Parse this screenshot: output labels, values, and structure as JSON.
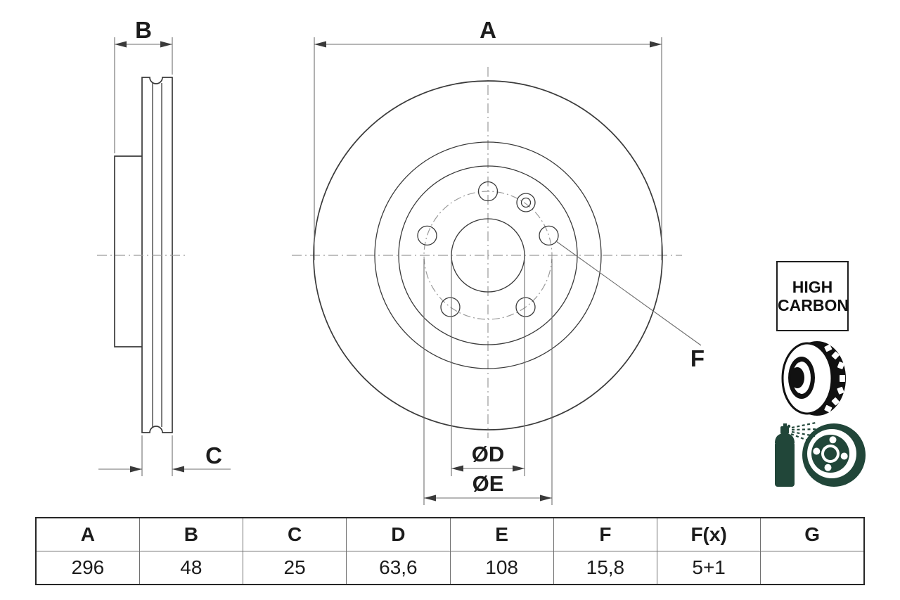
{
  "drawing": {
    "dim_labels": {
      "a": "A",
      "b": "B",
      "c": "C",
      "d": "ØD",
      "e": "ØE",
      "f": "F"
    }
  },
  "badge": {
    "line1": "HIGH",
    "line2": "CARBON"
  },
  "icons": {
    "vented_disc": "vented-disc-icon",
    "coating_spray": "spray-coated-disc-icon",
    "green": "#214639"
  },
  "table": {
    "headers": [
      "A",
      "B",
      "C",
      "D",
      "E",
      "F",
      "F(x)",
      "G"
    ],
    "values": [
      "296",
      "48",
      "25",
      "63,6",
      "108",
      "15,8",
      "5+1",
      ""
    ]
  },
  "colors": {
    "outline": "#3a3a3a",
    "dimension_line": "#6e6e6e",
    "centerline": "#9a9a9a",
    "text": "#1c1c1c",
    "background": "#ffffff"
  }
}
